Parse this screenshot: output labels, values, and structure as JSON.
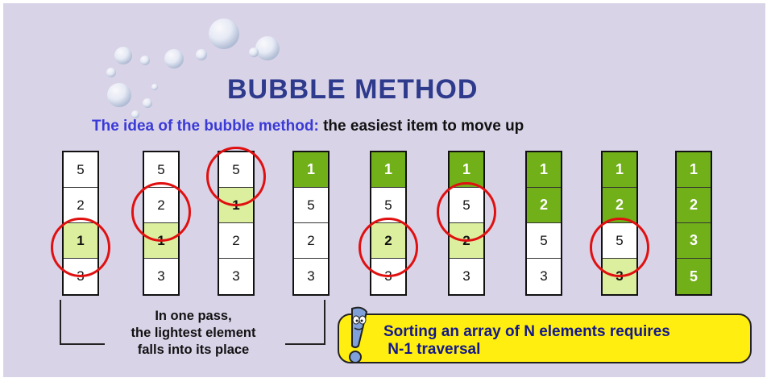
{
  "title": "BUBBLE METHOD",
  "subtitle": {
    "lead": "The idea of the bubble method:",
    "rest": "the easiest item to move up"
  },
  "columns": [
    {
      "cells": [
        {
          "v": "5",
          "s": "plain"
        },
        {
          "v": "2",
          "s": "plain"
        },
        {
          "v": "1",
          "s": "light"
        },
        {
          "v": "3",
          "s": "plain"
        }
      ],
      "circle": 2
    },
    {
      "cells": [
        {
          "v": "5",
          "s": "plain"
        },
        {
          "v": "2",
          "s": "plain"
        },
        {
          "v": "1",
          "s": "light"
        },
        {
          "v": "3",
          "s": "plain"
        }
      ],
      "circle": 1
    },
    {
      "cells": [
        {
          "v": "5",
          "s": "plain"
        },
        {
          "v": "1",
          "s": "light"
        },
        {
          "v": "2",
          "s": "plain"
        },
        {
          "v": "3",
          "s": "plain"
        }
      ],
      "circle": 0
    },
    {
      "cells": [
        {
          "v": "1",
          "s": "dark"
        },
        {
          "v": "5",
          "s": "plain"
        },
        {
          "v": "2",
          "s": "plain"
        },
        {
          "v": "3",
          "s": "plain"
        }
      ],
      "circle": null
    },
    {
      "cells": [
        {
          "v": "1",
          "s": "dark"
        },
        {
          "v": "5",
          "s": "plain"
        },
        {
          "v": "2",
          "s": "light"
        },
        {
          "v": "3",
          "s": "plain"
        }
      ],
      "circle": 2
    },
    {
      "cells": [
        {
          "v": "1",
          "s": "dark"
        },
        {
          "v": "5",
          "s": "plain"
        },
        {
          "v": "2",
          "s": "light"
        },
        {
          "v": "3",
          "s": "plain"
        }
      ],
      "circle": 1
    },
    {
      "cells": [
        {
          "v": "1",
          "s": "dark"
        },
        {
          "v": "2",
          "s": "dark"
        },
        {
          "v": "5",
          "s": "plain"
        },
        {
          "v": "3",
          "s": "plain"
        }
      ],
      "circle": null
    },
    {
      "cells": [
        {
          "v": "1",
          "s": "dark"
        },
        {
          "v": "2",
          "s": "dark"
        },
        {
          "v": "5",
          "s": "plain"
        },
        {
          "v": "3",
          "s": "light"
        }
      ],
      "circle": 2
    },
    {
      "cells": [
        {
          "v": "1",
          "s": "dark"
        },
        {
          "v": "2",
          "s": "dark"
        },
        {
          "v": "3",
          "s": "dark"
        },
        {
          "v": "5",
          "s": "dark"
        }
      ],
      "circle": null
    }
  ],
  "pass_note": {
    "line1": "In one pass,",
    "line2": "the lightest element",
    "line3": "falls into its place"
  },
  "callout": {
    "line1": "Sorting an array of N elements requires",
    "line2": " N-1 traversal"
  },
  "colors": {
    "background": "#d9d3e8",
    "title": "#2e3a8c",
    "highlight_light": "#dcef9e",
    "sorted_dark": "#72b01a",
    "circle": "#e01010",
    "callout_bg": "#ffee10"
  }
}
